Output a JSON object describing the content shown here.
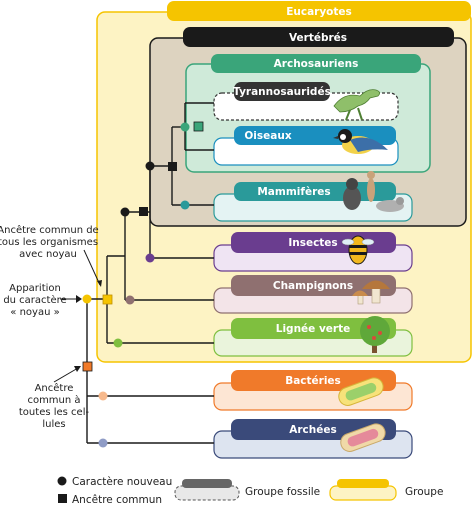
{
  "groups": {
    "eucaryotes": "Eucaryotes",
    "vertebres": "Vertébrés",
    "archosauriens": "Archosauriens",
    "tyrannosaurides": "Tyrannosauridés",
    "oiseaux": "Oiseaux",
    "mammiferes": "Mammifères",
    "insectes": "Insectes",
    "champignons": "Champignons",
    "lignee_verte": "Lignée verte",
    "bacteries": "Bactéries",
    "archees": "Archées"
  },
  "annotations": {
    "ancetre_noyau": [
      "Ancêtre commun de",
      "tous les organismes",
      "avec noyau"
    ],
    "apparition_noyau": [
      "Apparition",
      "du caractère",
      "« noyau »"
    ],
    "ancetre_cellules": [
      "Ancêtre",
      "commun à",
      "toutes les cel-",
      "lules"
    ]
  },
  "legend": {
    "caractere_nouveau": "Caractère nouveau",
    "ancetre_commun": "Ancêtre commun",
    "groupe_fossile": "Groupe fossile",
    "groupe": "Groupe"
  },
  "colors": {
    "eucaryotes": "#f5c400",
    "vertebres": "#1a1a1a",
    "archosauriens": "#3aa57a",
    "tyrannosaurides": "#333333",
    "oiseaux": "#1a8fbf",
    "mammiferes": "#2a9a9a",
    "insectes": "#6a3d8f",
    "champignons": "#8f7070",
    "lignee_verte": "#7fbf3f",
    "bacteries": "#f07a2a",
    "archees": "#3a4a7a"
  }
}
